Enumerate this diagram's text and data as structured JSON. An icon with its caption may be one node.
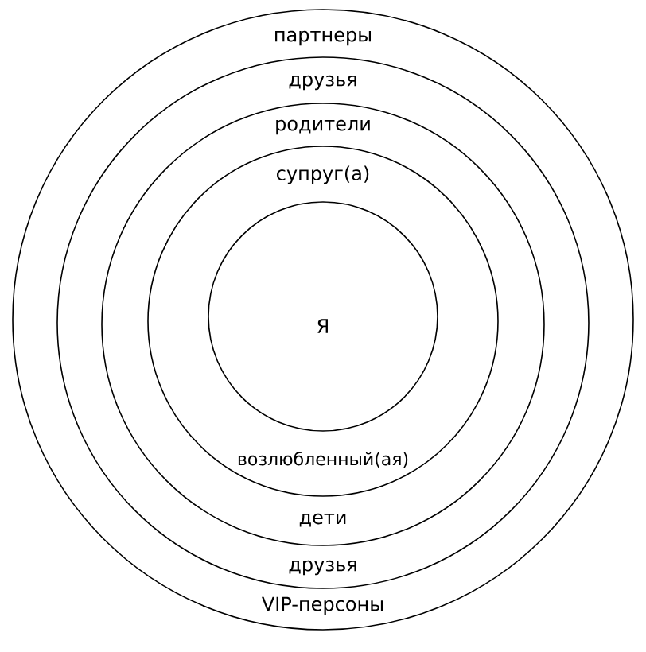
{
  "diagram": {
    "nodes": [
      {
        "text": [
          "партнеры",
          "VIP-персоны"
        ]
      },
      {
        "text": [
          "друзья",
          "друзья"
        ],
        "in": 0
      },
      {
        "text": [
          "родители",
          "дети"
        ],
        "in": 1
      },
      {
        "text": [
          "супруг(а)",
          "возлюбленный(ая)"
        ],
        "in": 2
      },
      {
        "text": [
          "Я"
        ],
        "in": 3
      }
    ]
  }
}
